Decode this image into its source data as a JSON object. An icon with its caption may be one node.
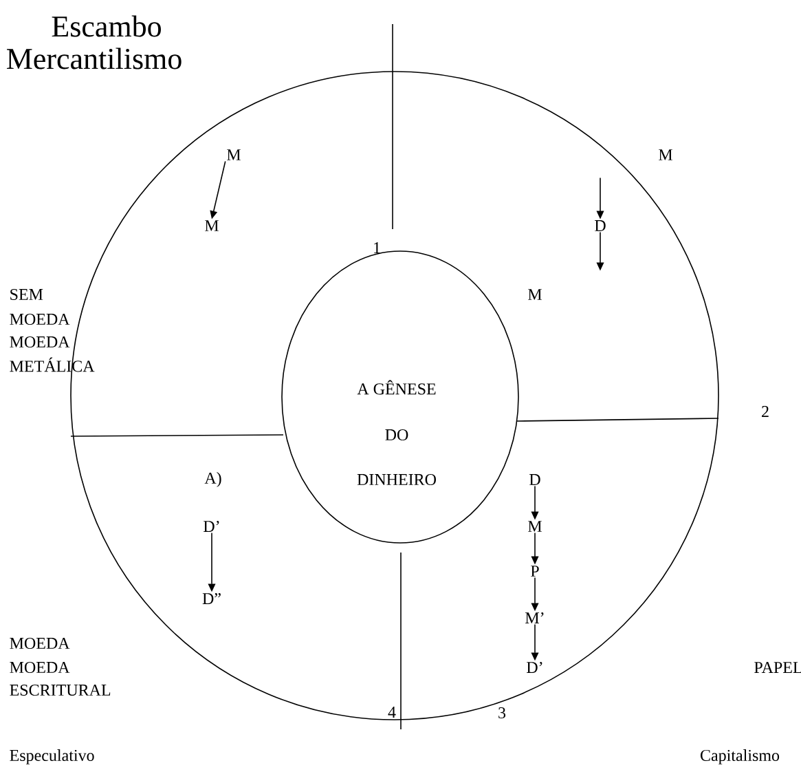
{
  "diagram": {
    "nodes": [
      {
        "text": [],
        "shape": "circle"
      },
      {
        "text": [
          "A GÊNESE",
          "DO",
          "DINHEIRO"
        ],
        "in": 0
      },
      {
        "text": [
          "M"
        ],
        "in": 0
      },
      {
        "text": [
          "M"
        ],
        "in": 0
      },
      {
        "text": [
          "D"
        ],
        "in": 0
      },
      {
        "text": [
          "D"
        ],
        "in": 0
      },
      {
        "text": [
          "M"
        ],
        "in": 0
      },
      {
        "text": [
          "P"
        ],
        "in": 0
      },
      {
        "text": [
          "M’"
        ],
        "in": 0
      },
      {
        "text": [
          "D’"
        ],
        "in": 0
      },
      {
        "text": [
          "D’"
        ],
        "in": 0
      },
      {
        "text": [
          "D”"
        ],
        "in": 0
      }
    ],
    "edges": [
      {
        "from": 2,
        "to": 3,
        "arrow": "to"
      },
      {
        "from": null,
        "to": 4,
        "arrow": "to"
      },
      {
        "from": 4,
        "to": null,
        "arrow": "to"
      },
      {
        "from": 5,
        "to": 6,
        "arrow": "to"
      },
      {
        "from": 6,
        "to": 7,
        "arrow": "to"
      },
      {
        "from": 7,
        "to": 8,
        "arrow": "to"
      },
      {
        "from": 8,
        "to": 9,
        "arrow": "to"
      },
      {
        "from": 10,
        "to": 11,
        "arrow": "to"
      }
    ],
    "labels": [
      "Escambo",
      "Mercantilismo",
      "M",
      "1",
      "SEM",
      "M",
      "MOEDA",
      "MOEDA",
      "METÁLICA",
      "2",
      "A)",
      "MOEDA",
      "MOEDA",
      "ESCRITURAL",
      "PAPEL",
      "4",
      "3",
      "Especulativo",
      "Capitalismo"
    ]
  }
}
